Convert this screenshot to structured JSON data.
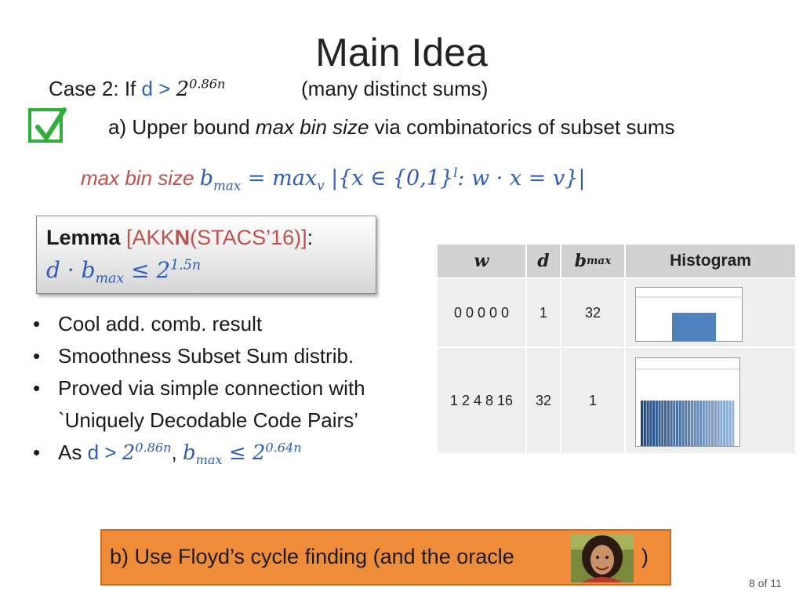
{
  "title": "Main Idea",
  "case2": {
    "prefix": "Case 2: If ",
    "d": "d",
    "gt": " > ",
    "base": "2",
    "exp": "0.86n"
  },
  "many_distinct": "(many distinct sums)",
  "check_icon": "checkbox-check-icon",
  "line_a": {
    "prefix": "a) Upper bound ",
    "emph": "max bin size",
    "suffix": " via combinatorics of subset sums"
  },
  "formula": {
    "label": "max bin size ",
    "b": "b",
    "b_sub": "max",
    "eq": " = ",
    "max": "max",
    "max_sub": "v",
    "set_open": " |{x ∈ {0,1}",
    "set_exp": "l",
    "set_close": ": w · x = v}|"
  },
  "lemma": {
    "bold": "Lemma",
    "cite_pre": " [AKK",
    "cite_bold": "N",
    "cite_post": "(STACS’16)]",
    "colon": ":",
    "eq_pre": "d · b",
    "eq_sub": "max",
    "eq_mid": " ≤ 2",
    "eq_exp": "1.5n"
  },
  "bullets": [
    "Cool add. comb. result",
    "Smoothness Subset Sum distrib.",
    "Proved via simple connection with",
    "`Uniquely Decodable Code Pairs’"
  ],
  "bullet_as": {
    "prefix": "As ",
    "d": "d",
    "gt": " > ",
    "base": "2",
    "exp": "0.86n",
    "comma": ", ",
    "b": "b",
    "b_sub": "max",
    "le": " ≤ 2",
    "exp2": "0.64n"
  },
  "table": {
    "headers": {
      "w": "w",
      "d": "d",
      "b": "b",
      "b_sub": "max",
      "hist": "Histogram"
    },
    "rows": [
      {
        "w": "0 0 0 0 0",
        "d": "1",
        "b": "32"
      },
      {
        "w": "1 2 4 8 16",
        "d": "32",
        "b": "1"
      }
    ]
  },
  "floyd": {
    "text": "b) Use Floyd’s cycle finding (and the oracle",
    "close": ")",
    "image": "oracle-portrait"
  },
  "page_number": "8 of 11",
  "colors": {
    "accent_blue": "#2e5cb8",
    "accent_red": "#c0504d",
    "check_green": "#2fae3c",
    "box_orange": "#ef8c3a",
    "bar_blue": "#4f81bd"
  }
}
